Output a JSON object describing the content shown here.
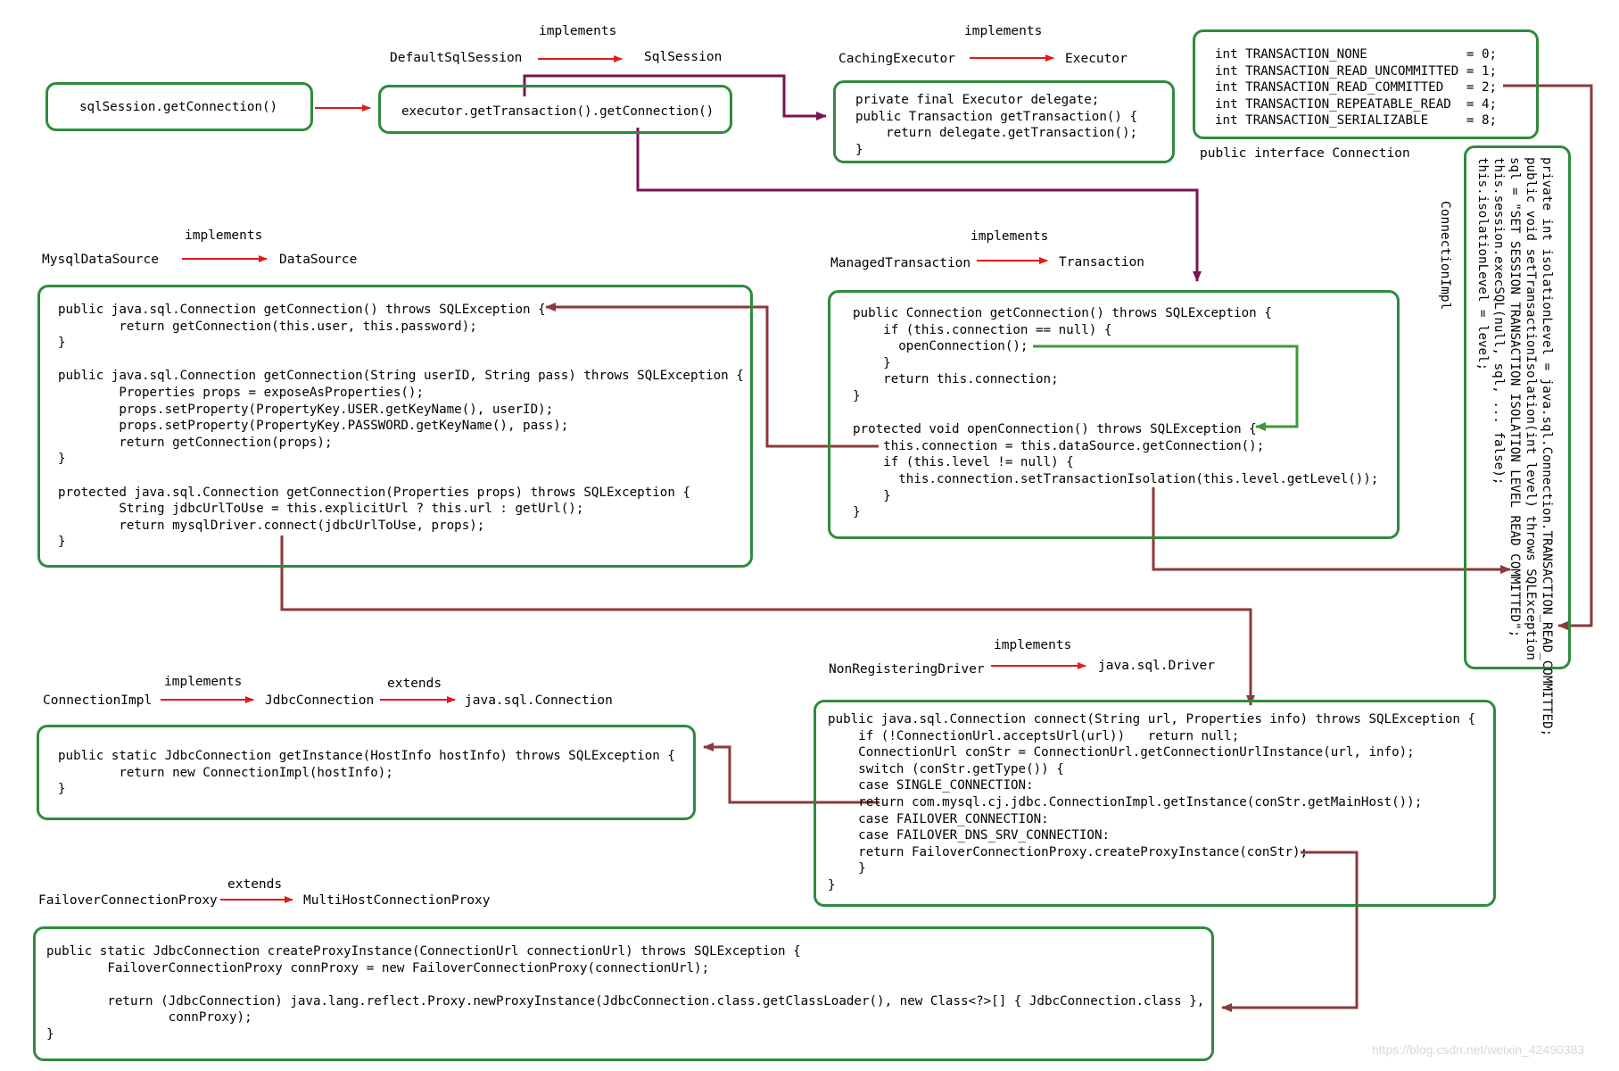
{
  "colors": {
    "box_border": "#2e8b3c",
    "implements_arrow": "#e11a1a",
    "flow_arrow_purple": "#7a1450",
    "flow_arrow_brown": "#8b3a3a",
    "flow_arrow_green": "#3e9a38"
  },
  "labels": {
    "implements": "implements",
    "extends": "extends",
    "default_sql_session": "DefaultSqlSession",
    "sql_session": "SqlSession",
    "caching_executor": "CachingExecutor",
    "executor": "Executor",
    "public_interface_connection": "public interface Connection",
    "connection_impl_vertical": "ConnectionImpl",
    "mysql_data_source": "MysqlDataSource",
    "data_source": "DataSource",
    "managed_transaction": "ManagedTransaction",
    "transaction": "Transaction",
    "non_registering_driver": "NonRegisteringDriver",
    "java_sql_driver": "java.sql.Driver",
    "connection_impl": "ConnectionImpl",
    "jdbc_connection": "JdbcConnection",
    "java_sql_connection": "java.sql.Connection",
    "failover_connection_proxy": "FailoverConnectionProxy",
    "multi_host_connection_proxy": "MultiHostConnectionProxy",
    "watermark": "https://blog.csdn.net/weixin_42490383"
  },
  "code": {
    "sqlsession_get_connection": [
      "sqlSession.getConnection()"
    ],
    "executor_get_transaction": [
      "executor.getTransaction().getConnection()"
    ],
    "caching_executor": [
      "private final Executor delegate;",
      "public Transaction getTransaction() {",
      "    return delegate.getTransaction();",
      "}"
    ],
    "isolation_constants": [
      "int TRANSACTION_NONE             = 0;",
      "int TRANSACTION_READ_UNCOMMITTED = 1;",
      "int TRANSACTION_READ_COMMITTED   = 2;",
      "int TRANSACTION_REPEATABLE_READ  = 4;",
      "int TRANSACTION_SERIALIZABLE     = 8;"
    ],
    "connection_impl_vertical": [
      "private int isolationLevel = java.sql.Connection.TRANSACTION_READ_COMMITTED;",
      "public void setTransactionIsolation(int level) throws SQLException",
      "sql = \"SET SESSION TRANSACTION ISOLATION LEVEL READ COMMITTED\";",
      "this.session.execSQL(null, sql, ... false);",
      "this.isolationLevel = level;"
    ],
    "mysql_data_source": [
      "public java.sql.Connection getConnection() throws SQLException {",
      "        return getConnection(this.user, this.password);",
      "}",
      "",
      "public java.sql.Connection getConnection(String userID, String pass) throws SQLException {",
      "        Properties props = exposeAsProperties();",
      "        props.setProperty(PropertyKey.USER.getKeyName(), userID);",
      "        props.setProperty(PropertyKey.PASSWORD.getKeyName(), pass);",
      "        return getConnection(props);",
      "}",
      "",
      "protected java.sql.Connection getConnection(Properties props) throws SQLException {",
      "        String jdbcUrlToUse = this.explicitUrl ? this.url : getUrl();",
      "        return mysqlDriver.connect(jdbcUrlToUse, props);",
      "}"
    ],
    "managed_transaction": [
      "public Connection getConnection() throws SQLException {",
      "    if (this.connection == null) {",
      "      openConnection();",
      "    }",
      "    return this.connection;",
      "}",
      "",
      "protected void openConnection() throws SQLException {",
      "    this.connection = this.dataSource.getConnection();",
      "    if (this.level != null) {",
      "      this.connection.setTransactionIsolation(this.level.getLevel());",
      "    }",
      "}"
    ],
    "non_registering_driver": [
      "public java.sql.Connection connect(String url, Properties info) throws SQLException {",
      "    if (!ConnectionUrl.acceptsUrl(url))   return null;",
      "    ConnectionUrl conStr = ConnectionUrl.getConnectionUrlInstance(url, info);",
      "    switch (conStr.getType()) {",
      "    case SINGLE_CONNECTION:",
      "    return com.mysql.cj.jdbc.ConnectionImpl.getInstance(conStr.getMainHost());",
      "    case FAILOVER_CONNECTION:",
      "    case FAILOVER_DNS_SRV_CONNECTION:",
      "    return FailoverConnectionProxy.createProxyInstance(conStr);",
      "    }",
      "}"
    ],
    "jdbc_connection_impl": [
      "public static JdbcConnection getInstance(HostInfo hostInfo) throws SQLException {",
      "        return new ConnectionImpl(hostInfo);",
      "}"
    ],
    "failover_proxy": [
      "public static JdbcConnection createProxyInstance(ConnectionUrl connectionUrl) throws SQLException {",
      "        FailoverConnectionProxy connProxy = new FailoverConnectionProxy(connectionUrl);",
      "",
      "        return (JdbcConnection) java.lang.reflect.Proxy.newProxyInstance(JdbcConnection.class.getClassLoader(), new Class<?>[] { JdbcConnection.class },",
      "                connProxy);",
      "}"
    ]
  }
}
